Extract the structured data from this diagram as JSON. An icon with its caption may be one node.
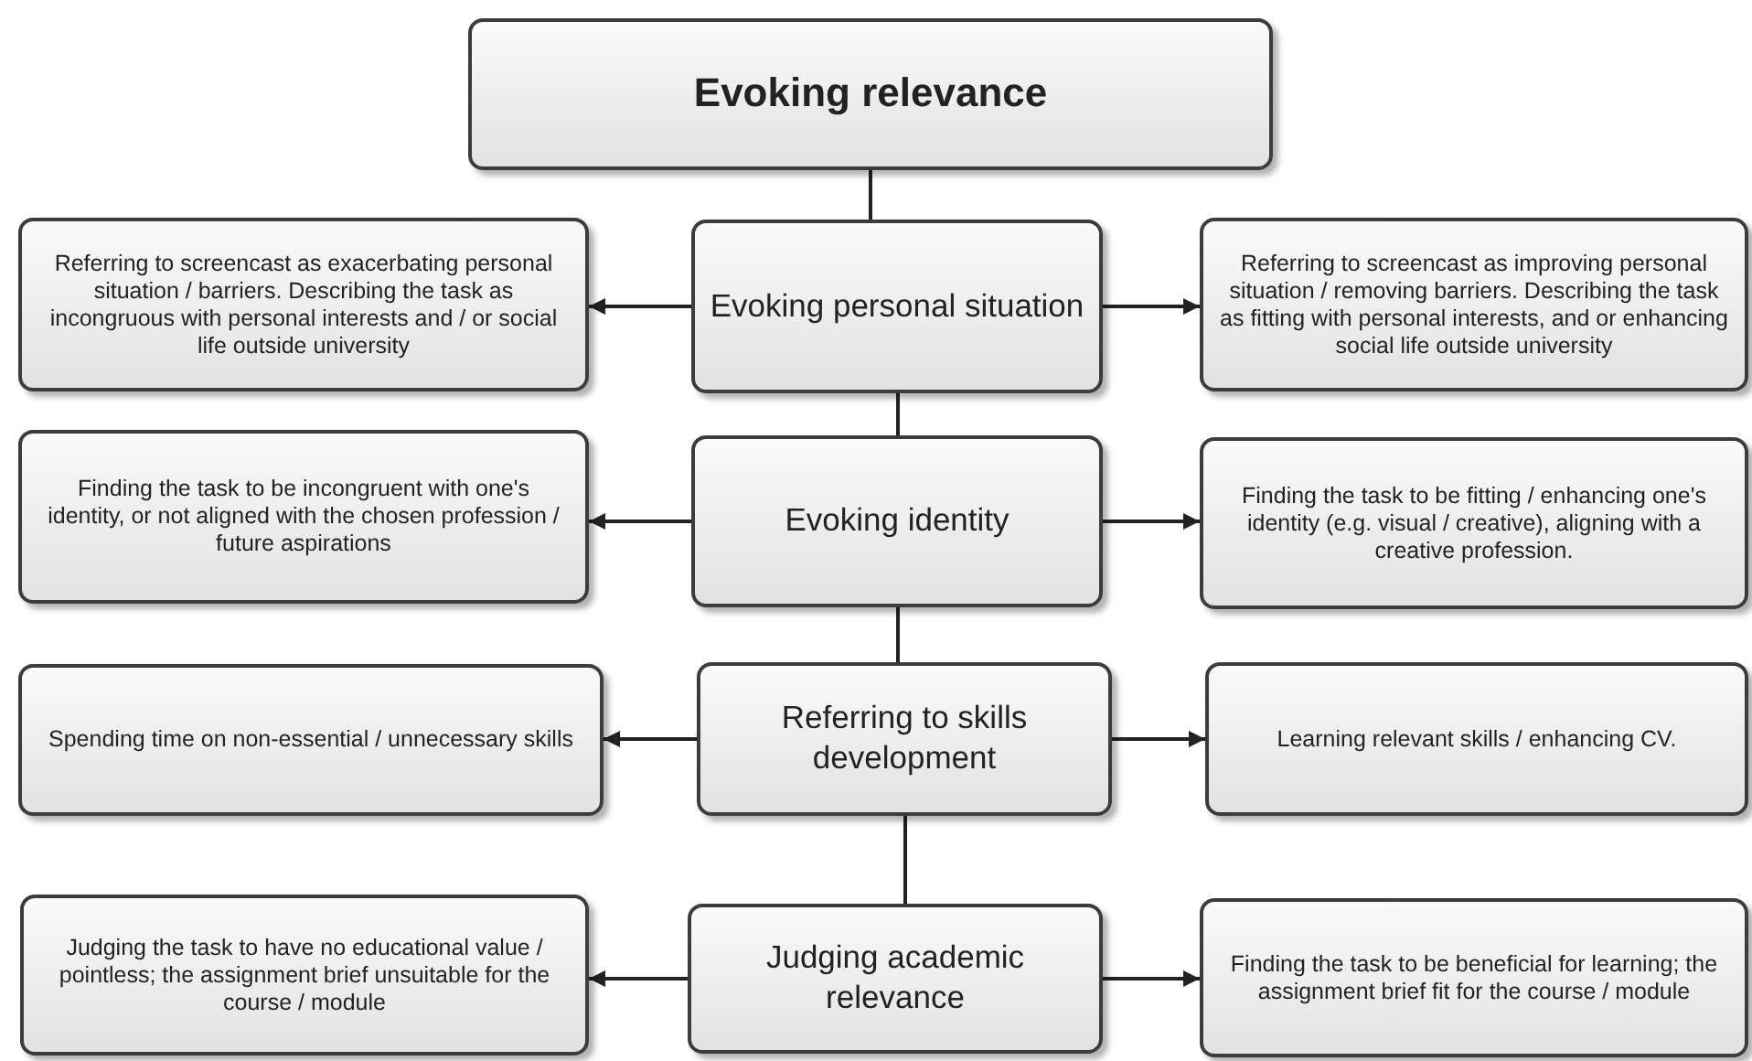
{
  "diagram": {
    "nodes": [
      {
        "text": [
          "Evoking relevance"
        ]
      },
      {
        "text": [
          "Referring to screencast as exacerbating personal situation /  barriers. Describing the task as incongruous with personal interests and / or social life outside university"
        ]
      },
      {
        "text": [
          "Evoking personal situation"
        ]
      },
      {
        "text": [
          "Referring to screencast as improving personal situation / removing barriers. Describing the task as fitting with personal interests, and or enhancing social life outside university"
        ]
      },
      {
        "text": [
          "Finding the task to be incongruent with one's identity, or not aligned with the chosen profession / future aspirations"
        ]
      },
      {
        "text": [
          "Evoking identity"
        ]
      },
      {
        "text": [
          "Finding the task to be fitting / enhancing one's identity (e.g. visual / creative), aligning with a creative profession."
        ]
      },
      {
        "text": [
          "Spending time on non-essential / unnecessary skills"
        ]
      },
      {
        "text": [
          "Referring to skills development"
        ]
      },
      {
        "text": [
          "Learning relevant skills /  enhancing CV."
        ]
      },
      {
        "text": [
          "Judging the task to have no educational value / pointless;  the assignment brief unsuitable for the course / module"
        ]
      },
      {
        "text": [
          "Judging academic relevance"
        ]
      },
      {
        "text": [
          "Finding the task to be beneficial for learning; the assignment brief fit for the course / module"
        ]
      }
    ],
    "edges": [
      {
        "from": 0,
        "to": 2,
        "arrow": "none"
      },
      {
        "from": 2,
        "to": 1,
        "arrow": "to"
      },
      {
        "from": 2,
        "to": 3,
        "arrow": "to"
      },
      {
        "from": 2,
        "to": 5,
        "arrow": "none"
      },
      {
        "from": 5,
        "to": 4,
        "arrow": "to"
      },
      {
        "from": 5,
        "to": 6,
        "arrow": "to"
      },
      {
        "from": 5,
        "to": 8,
        "arrow": "none"
      },
      {
        "from": 8,
        "to": 7,
        "arrow": "to"
      },
      {
        "from": 8,
        "to": 9,
        "arrow": "to"
      },
      {
        "from": 8,
        "to": 11,
        "arrow": "none"
      },
      {
        "from": 11,
        "to": 10,
        "arrow": "to"
      },
      {
        "from": 11,
        "to": 12,
        "arrow": "to"
      }
    ]
  }
}
